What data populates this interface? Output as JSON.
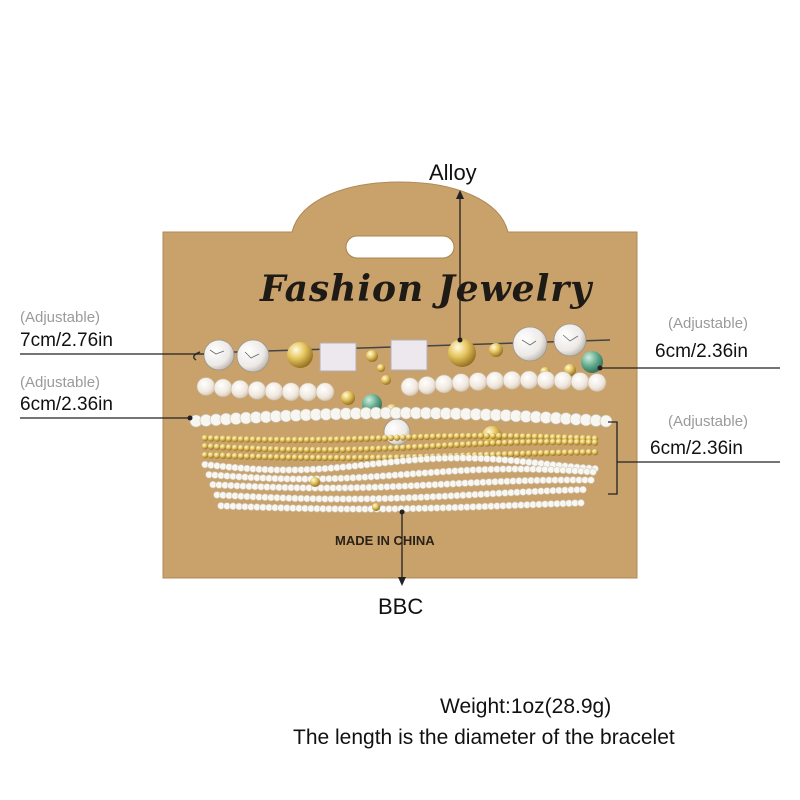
{
  "card": {
    "title": "Fashion Jewelry",
    "made_in": "MADE IN CHINA"
  },
  "labels": {
    "top_material": "Alloy",
    "bottom_material": "BBC",
    "left_top": {
      "note": "(Adjustable)",
      "size": "7cm/2.76in"
    },
    "left_mid": {
      "note": "(Adjustable)",
      "size": "6cm/2.36in"
    },
    "right_top": {
      "note": "(Adjustable)",
      "size": "6cm/2.36in"
    },
    "right_mid": {
      "note": "(Adjustable)",
      "size": "6cm/2.36in"
    }
  },
  "footer": {
    "weight": "Weight:1oz(28.9g)",
    "note": "The length is the diameter of the bracelet"
  },
  "colors": {
    "card": "#c8a06a",
    "card_shadow": "#a9844f",
    "howlite": "#ecebf2",
    "gold": "#d4ad3c",
    "jade": "#5fa88a",
    "seed_white": "#f7f4ec",
    "frosted": "#efe6da"
  }
}
